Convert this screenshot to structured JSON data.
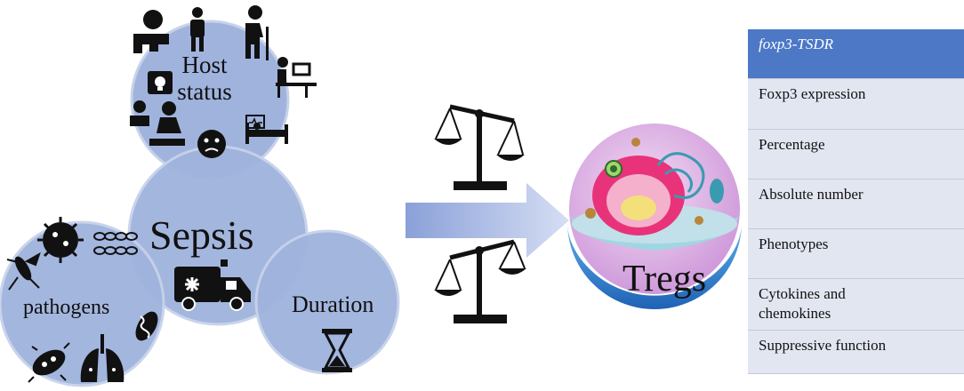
{
  "labels": {
    "host_line1": "Host",
    "host_line2": "status",
    "sepsis": "Sepsis",
    "pathogens": "pathogens",
    "duration": "Duration",
    "tregs": "Tregs"
  },
  "panel": {
    "items": [
      {
        "line1": "foxp3-TSDR",
        "line2": ""
      },
      {
        "line1": "Foxp3 expression",
        "line2": ""
      },
      {
        "line1": "Percentage",
        "line2": ""
      },
      {
        "line1": "Absolute number",
        "line2": ""
      },
      {
        "line1": "Phenotypes",
        "line2": ""
      },
      {
        "line1": "Cytokines and",
        "line2": "chemokines"
      },
      {
        "line1": "Suppressive function",
        "line2": ""
      }
    ]
  },
  "colors": {
    "circle_fill": "#9fb3dd",
    "circle_stroke": "#c7d2ea",
    "panel_header": "#4c78c6",
    "panel_row": "#e2e6f1",
    "arrow": "#a9b9e4",
    "cell_membrane": "#e0b3e6",
    "cell_base": "#3f8fd6",
    "nucleus": "#e8337a"
  },
  "icons": [
    "baby-icon",
    "man-icon",
    "elder-icon",
    "desk-worker-icon",
    "lightbulb-head-icon",
    "cpr-icon",
    "sick-face-icon",
    "hospital-bed-icon",
    "ambulance-icon",
    "hourglass-icon",
    "virus-icon",
    "bacteria-chain-icon",
    "mosquito-icon",
    "bacterium-icon",
    "lungs-icon",
    "mitochondria-icon",
    "scale-icon"
  ]
}
